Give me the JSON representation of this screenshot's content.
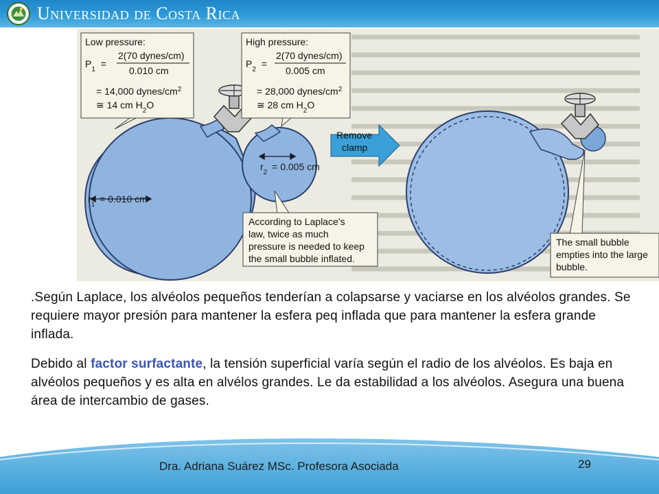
{
  "header": {
    "title": "Universidad de Costa Rica"
  },
  "figure": {
    "low_box": {
      "heading": "Low pressure:",
      "p_label": "P",
      "p_sub": "1",
      "eq": "=",
      "numerator": "2(70 dynes/cm)",
      "denominator": "0.010 cm",
      "result1": "= 14,000 dynes/cm",
      "result1_sup": "2",
      "result2": "≅ 14 cm H",
      "result2_sub": "2",
      "result2_end": "O"
    },
    "high_box": {
      "heading": "High pressure:",
      "p_label": "P",
      "p_sub": "2",
      "eq": "=",
      "numerator": "2(70 dynes/cm)",
      "denominator": "0.005 cm",
      "result1": "= 28,000 dynes/cm",
      "result1_sup": "2",
      "result2": "≅ 28 cm H",
      "result2_sub": "2",
      "result2_end": "O"
    },
    "r1_label": "r",
    "r1_sub": "1",
    "r1_value": "= 0.010 cm",
    "r2_label": "r",
    "r2_sub": "2",
    "r2_value": "= 0.005 cm",
    "arrow_line1": "Remove",
    "arrow_line2": "clamp",
    "laplace_box": [
      "According to Laplace’s",
      "law, twice as much",
      "pressure is needed to keep",
      "the small bubble inflated."
    ],
    "empties_box": [
      "The small bubble",
      "empties into the large",
      "bubble."
    ]
  },
  "body": {
    "para1": ".Según Laplace, los alvéolos pequeños tenderían a colapsarse y vaciarse  en los alvéolos grandes. Se requiere mayor presión para mantener la esfera peq inflada que para mantener la esfera grande inflada.",
    "para2_start": "Debido al ",
    "para2_accent": "factor surfactante",
    "para2_rest": ",  la tensión superficial varía según el radio de los alvéolos.  Es baja en alvéolos pequeños y es alta en alvélos grandes. Le da estabilidad a los alvéolos.  Asegura una buena área de intercambio de gases."
  },
  "footer": {
    "author": "Dra. Adriana Suárez MSc. Profesora Asociada",
    "page": "29"
  },
  "colors": {
    "header_blue": "#2e9ad8",
    "accent_blue": "#3a55b8",
    "bubble_fill": "#8fb4e0",
    "box_fill": "#f6f4e6"
  }
}
